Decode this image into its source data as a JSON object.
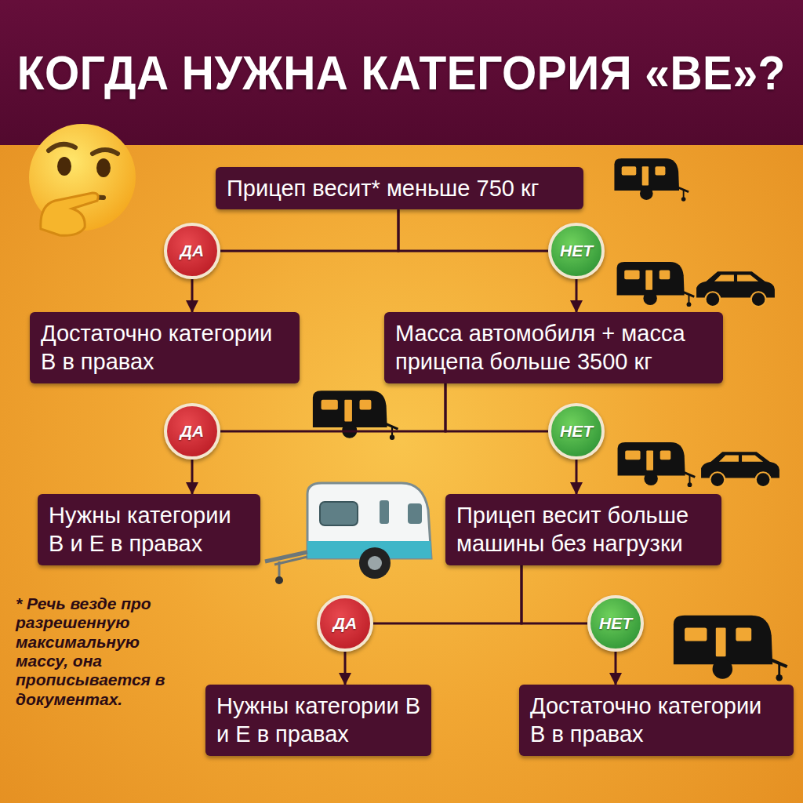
{
  "diagram": {
    "title": "КОГДА НУЖНА КАТЕГОРИЯ «BE»?",
    "nodes": [
      {
        "text": [
          "Прицеп весит* меньше 750 кг"
        ]
      },
      {
        "text": [
          "ДА"
        ]
      },
      {
        "text": [
          "НЕТ"
        ]
      },
      {
        "text": [
          "Достаточно категории B в правах"
        ]
      },
      {
        "text": [
          "Масса автомобиля + масса прицепа больше 3500 кг"
        ]
      },
      {
        "text": [
          "ДА"
        ]
      },
      {
        "text": [
          "НЕТ"
        ]
      },
      {
        "text": [
          "Нужны категории B и E в правах"
        ]
      },
      {
        "text": [
          "Прицеп весит больше машины без нагрузки"
        ]
      },
      {
        "text": [
          "ДА"
        ]
      },
      {
        "text": [
          "НЕТ"
        ]
      },
      {
        "text": [
          "Нужны категории B и E в правах"
        ]
      },
      {
        "text": [
          "Достаточно категории B в правах"
        ]
      }
    ],
    "edges": [
      {
        "from": 0,
        "to": 1,
        "arrow": "none"
      },
      {
        "from": 0,
        "to": 2,
        "arrow": "none"
      },
      {
        "from": 1,
        "to": 3,
        "arrow": "to"
      },
      {
        "from": 2,
        "to": 4,
        "arrow": "to"
      },
      {
        "from": 4,
        "to": 5,
        "arrow": "none"
      },
      {
        "from": 4,
        "to": 6,
        "arrow": "none"
      },
      {
        "from": 5,
        "to": 7,
        "arrow": "to"
      },
      {
        "from": 6,
        "to": 8,
        "arrow": "to"
      },
      {
        "from": 8,
        "to": 9,
        "arrow": "none"
      },
      {
        "from": 8,
        "to": 10,
        "arrow": "none"
      },
      {
        "from": 9,
        "to": 11,
        "arrow": "to"
      },
      {
        "from": 10,
        "to": 12,
        "arrow": "to"
      }
    ],
    "labels": [
      "* Речь везде про разрешенную максимальную массу, она прописывается в документах."
    ]
  }
}
